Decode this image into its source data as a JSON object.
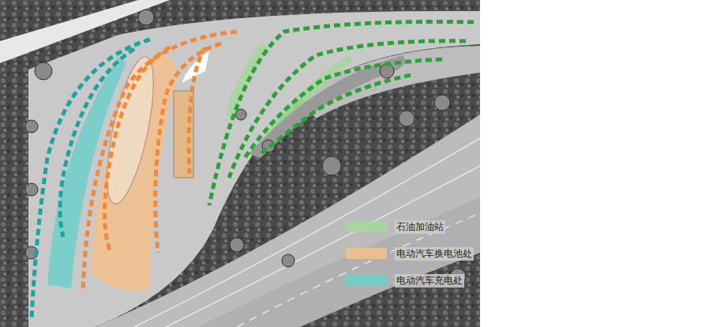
{
  "diagram": {
    "legend": [
      {
        "text": "石油加油站",
        "color": "#a6d69c"
      },
      {
        "text": "电动汽车换电池处",
        "color": "#f2c08e"
      },
      {
        "text": "电动汽车充电处",
        "color": "#6fcfca"
      }
    ]
  }
}
